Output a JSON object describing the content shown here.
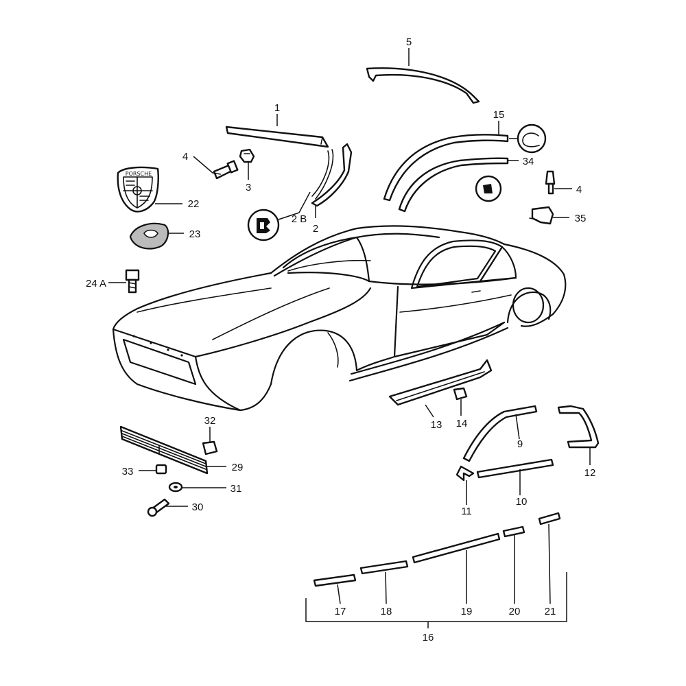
{
  "diagram": {
    "crest_text": "PORSCHE",
    "callouts": [
      {
        "id": "1",
        "label": "1"
      },
      {
        "id": "2",
        "label": "2"
      },
      {
        "id": "2B",
        "label": "2 B"
      },
      {
        "id": "3",
        "label": "3"
      },
      {
        "id": "4a",
        "label": "4"
      },
      {
        "id": "4b",
        "label": "4"
      },
      {
        "id": "5",
        "label": "5"
      },
      {
        "id": "9",
        "label": "9"
      },
      {
        "id": "10",
        "label": "10"
      },
      {
        "id": "11",
        "label": "11"
      },
      {
        "id": "12",
        "label": "12"
      },
      {
        "id": "13",
        "label": "13"
      },
      {
        "id": "14",
        "label": "14"
      },
      {
        "id": "15",
        "label": "15"
      },
      {
        "id": "16",
        "label": "16"
      },
      {
        "id": "17",
        "label": "17"
      },
      {
        "id": "18",
        "label": "18"
      },
      {
        "id": "19",
        "label": "19"
      },
      {
        "id": "20",
        "label": "20"
      },
      {
        "id": "21",
        "label": "21"
      },
      {
        "id": "22",
        "label": "22"
      },
      {
        "id": "23",
        "label": "23"
      },
      {
        "id": "24A",
        "label": "24 A"
      },
      {
        "id": "29",
        "label": "29"
      },
      {
        "id": "30",
        "label": "30"
      },
      {
        "id": "31",
        "label": "31"
      },
      {
        "id": "32",
        "label": "32"
      },
      {
        "id": "33",
        "label": "33"
      },
      {
        "id": "34",
        "label": "34"
      },
      {
        "id": "35",
        "label": "35"
      }
    ]
  }
}
